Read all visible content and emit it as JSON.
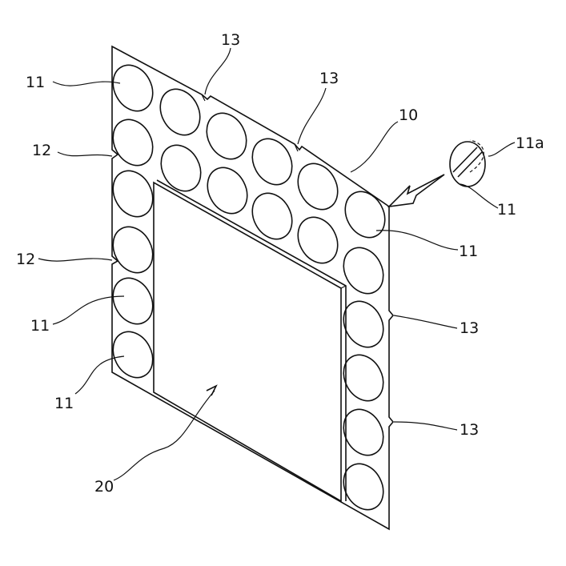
{
  "labels": {
    "disc_top_left": "11",
    "disc_left_mid": "11",
    "disc_left_bottom": "11",
    "disc_right": "11",
    "detail_disc": "11",
    "detail_slot": "11a",
    "plate": "10",
    "notch_left_upper": "12",
    "notch_left_lower": "12",
    "notch_top_left": "13",
    "notch_top_right": "13",
    "notch_right_upper": "13",
    "notch_right_lower": "13",
    "panel": "20"
  }
}
